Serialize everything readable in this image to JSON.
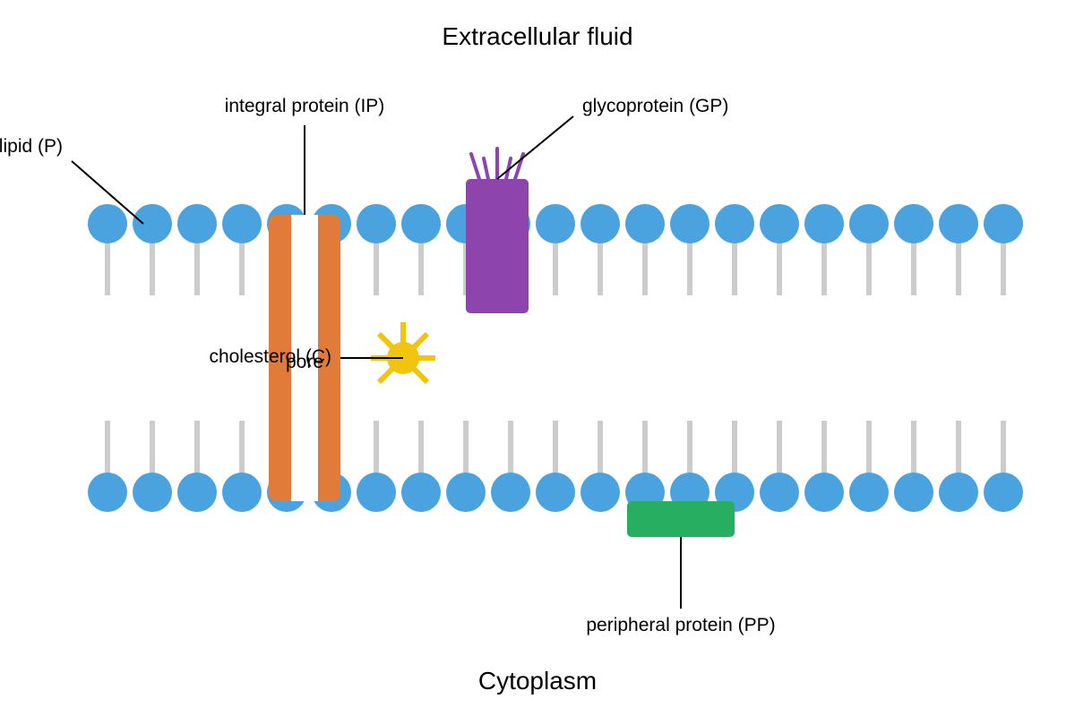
{
  "diagram": {
    "top_region": "Extracellular fluid",
    "bottom_region": "Cytoplasm",
    "labels": {
      "phospholipid": "phospholipid (P)",
      "integral_protein": "integral protein (IP)",
      "glycoprotein": "glycoprotein (GP)",
      "cholesterol": "cholesterol (C)",
      "pore": "pore",
      "peripheral_protein": "peripheral protein (PP)"
    },
    "head_count_per_layer": 21
  },
  "colors": {
    "head": "#4aa3df",
    "tail": "#cccccc",
    "integral_protein": "#e07b39",
    "pore": "#ffffff",
    "glycoprotein": "#8e44ad",
    "cholesterol": "#f1c40f",
    "peripheral_protein": "#27ae60",
    "leader_line": "#000000"
  }
}
